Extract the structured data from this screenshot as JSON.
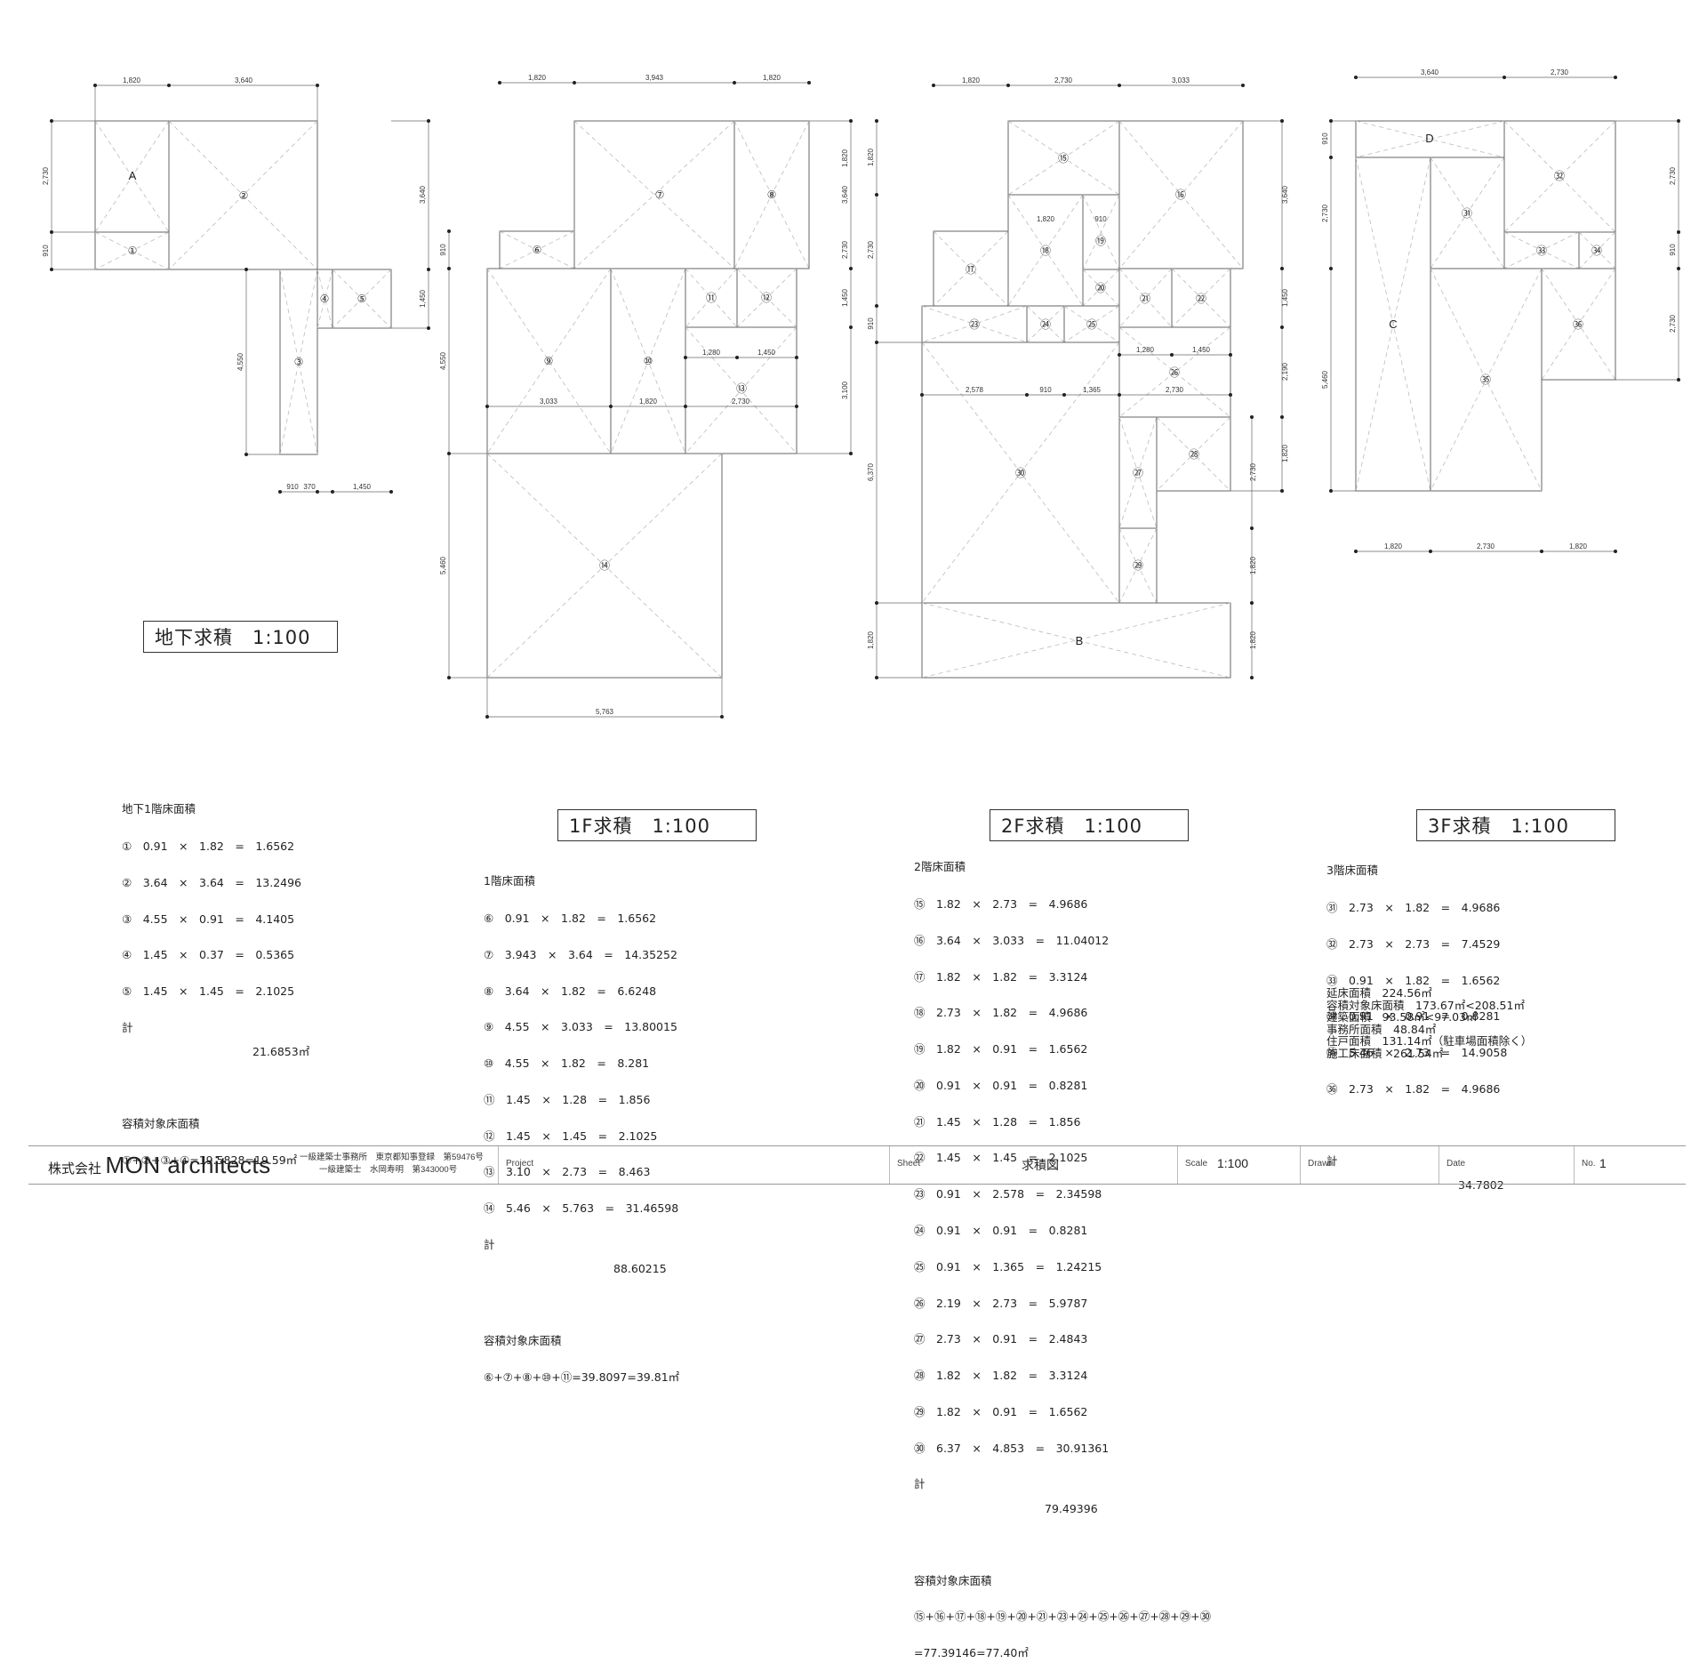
{
  "titles": {
    "basement": "地下求積　1:100",
    "f1": "1F求積　1:100",
    "f2": "2F求積　1:100",
    "f3": "3F求積　1:100"
  },
  "plan_labels": {
    "basement": {
      "dims": [
        "1,820",
        "3,640",
        "2,730",
        "910",
        "3,640",
        "1,450",
        "4,550",
        "910",
        "370",
        "1,450"
      ],
      "rooms": [
        "A",
        "①",
        "②",
        "③",
        "④",
        "⑤"
      ]
    },
    "f1": {
      "dims": [
        "1,820",
        "3,943",
        "1,820",
        "910",
        "4,550",
        "5,460",
        "1,820",
        "3,640",
        "2,730",
        "1,450",
        "3,100",
        "1,280",
        "1,450",
        "3,033",
        "1,820",
        "2,730",
        "5,763"
      ],
      "rooms": [
        "⑥",
        "⑦",
        "⑧",
        "⑨",
        "⑩",
        "⑪",
        "⑫",
        "⑬",
        "⑭"
      ]
    },
    "f2": {
      "dims": [
        "1,820",
        "2,730",
        "3,033",
        "1,820",
        "2,730",
        "910",
        "6,370",
        "1,820",
        "1,820",
        "910",
        "2,578",
        "910",
        "1,365",
        "2,730",
        "1,280",
        "1,450",
        "3,640",
        "1,450",
        "2,190",
        "1,820",
        "2,730",
        "1,820",
        "1,820"
      ],
      "rooms": [
        "⑮",
        "⑯",
        "⑰",
        "⑱",
        "⑲",
        "⑳",
        "㉑",
        "㉒",
        "㉓",
        "㉔",
        "㉕",
        "㉖",
        "㉗",
        "㉘",
        "㉙",
        "㉚",
        "B"
      ]
    },
    "f3": {
      "dims": [
        "3,640",
        "2,730",
        "910",
        "2,730",
        "5,460",
        "2,730",
        "910",
        "2,730",
        "1,820",
        "2,730",
        "1,820"
      ],
      "rooms": [
        "D",
        "C",
        "㉛",
        "㉜",
        "㉝",
        "㉞",
        "㉟",
        "㊱"
      ]
    }
  },
  "calc_basement": {
    "heading": "地下1階床面積",
    "rows": [
      "①　0.91　×　1.82　=　1.6562",
      "②　3.64　×　3.64　=　13.2496",
      "③　4.55　×　0.91　=　4.1405",
      "④　1.45　×　0.37　=　0.5365",
      "⑤　1.45　×　1.45　=　2.1025"
    ],
    "total_label": "計",
    "total_value": "21.6853㎡",
    "target_heading": "容積対象床面積",
    "target_formula": "①+②+③+④=19.5828=19.59㎡"
  },
  "calc_f1": {
    "heading": "1階床面積",
    "rows": [
      "⑥　0.91　×　1.82　=　1.6562",
      "⑦　3.943　×　3.64　=　14.35252",
      "⑧　3.64　×　1.82　=　6.6248",
      "⑨　4.55　×　3.033　=　13.80015",
      "⑩　4.55　×　1.82　=　8.281",
      "⑪　1.45　×　1.28　=　1.856",
      "⑫　1.45　×　1.45　=　2.1025",
      "⑬　3.10　×　2.73　=　8.463",
      "⑭　5.46　×　5.763　=　31.46598"
    ],
    "total_label": "計",
    "total_value": "88.60215",
    "target_heading": "容積対象床面積",
    "target_formula": "⑥+⑦+⑧+⑩+⑪=39.8097=39.81㎡"
  },
  "calc_f2": {
    "heading": "2階床面積",
    "rows": [
      "⑮　1.82　×　2.73　=　4.9686",
      "⑯　3.64　×　3.033　=　11.04012",
      "⑰　1.82　×　1.82　=　3.3124",
      "⑱　2.73　×　1.82　=　4.9686",
      "⑲　1.82　×　0.91　=　1.6562",
      "⑳　0.91　×　0.91　=　0.8281",
      "㉑　1.45　×　1.28　=　1.856",
      "㉒　1.45　×　1.45　=　2.1025",
      "㉓　0.91　×　2.578　=　2.34598",
      "㉔　0.91　×　0.91　=　0.8281",
      "㉕　0.91　×　1.365　=　1.24215",
      "㉖　2.19　×　2.73　=　5.9787",
      "㉗　2.73　×　0.91　=　2.4843",
      "㉘　1.82　×　1.82　=　3.3124",
      "㉙　1.82　×　0.91　=　1.6562",
      "㉚　6.37　×　4.853　=　30.91361"
    ],
    "total_label": "計",
    "total_value": "79.49396",
    "target_heading": "容積対象床面積",
    "target_formula": "⑮+⑯+⑰+⑱+⑲+⑳+㉑+㉓+㉔+㉕+㉖+㉗+㉘+㉙+㉚",
    "target_result": "=77.39146=77.40㎡"
  },
  "calc_f3": {
    "heading": "3階床面積",
    "rows": [
      "㉛　2.73　×　1.82　=　4.9686",
      "㉜　2.73　×　2.73　=　7.4529",
      "㉝　0.91　×　1.82　=　1.6562",
      "㉞　0.91　×　0.91　=　0.8281",
      "㉟　5.46　×　2.73　=　14.9058",
      "㊱　2.73　×　1.82　=　4.9686"
    ],
    "total_label": "計",
    "total_value": "34.7802"
  },
  "summary": [
    "延床面積　224.56㎡",
    "容積対象床面積　173.67㎡<208.51㎡",
    "建築面積　93.58㎡<97.03㎡",
    "事務所面積　48.84㎡",
    "住戸面積　131.14㎡（駐車場面積除く）",
    "施工床面積　261.54㎡"
  ],
  "footer": {
    "company_prefix": "株式会社",
    "company_name": "MON architects",
    "license_line1": "一級建築士事務所　東京都知事登録　第59476号",
    "license_line2": "一級建築士　水岡寿明　第343000号",
    "project_label": "Project",
    "sheet_label": "Sheet",
    "sheet_value": "求積図",
    "scale_label": "Scale",
    "scale_value": "1:100",
    "drawn_label": "Drawn",
    "date_label": "Date",
    "no_label": "No.",
    "no_value": "1"
  }
}
